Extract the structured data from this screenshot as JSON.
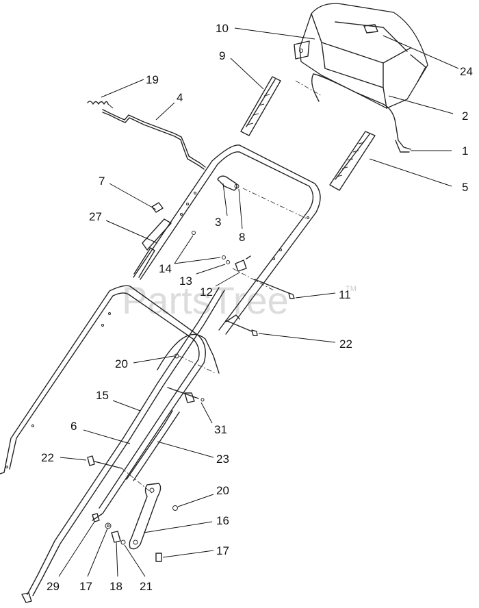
{
  "watermark": {
    "text": "PartsTree",
    "trademark": "TM"
  },
  "callouts": {
    "c10": "10",
    "c24": "24",
    "c9": "9",
    "c2": "2",
    "c1": "1",
    "c5": "5",
    "c19": "19",
    "c4": "4",
    "c7": "7",
    "c3": "3",
    "c8": "8",
    "c27": "27",
    "c14": "14",
    "c13": "13",
    "c12": "12",
    "c11": "11",
    "c22a": "22",
    "c20a": "20",
    "c15": "15",
    "c31": "31",
    "c6": "6",
    "c23": "23",
    "c22b": "22",
    "c20b": "20",
    "c16": "16",
    "c17a": "17",
    "c29": "29",
    "c17b": "17",
    "c18": "18",
    "c21": "21"
  }
}
